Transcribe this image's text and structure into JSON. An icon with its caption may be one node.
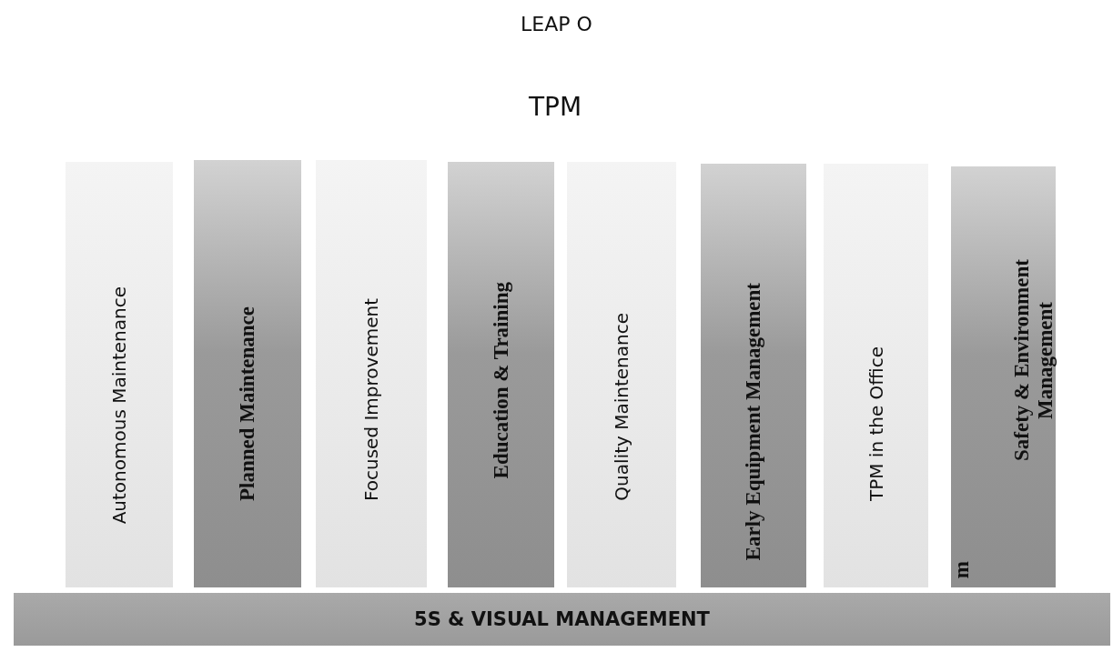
{
  "diagram": {
    "title": "LEAP O",
    "nodes": [
      {
        "text": [
          "TPM"
        ]
      },
      {
        "text": [
          "Autonomous Maintenance"
        ]
      },
      {
        "text": [
          "Planned Maintenance"
        ]
      },
      {
        "text": [
          "Focused Improvement"
        ]
      },
      {
        "text": [
          "Education & Training"
        ]
      },
      {
        "text": [
          "Quality Maintenance"
        ]
      },
      {
        "text": [
          "Early Equipment Management"
        ]
      },
      {
        "text": [
          "TPM in the Office"
        ]
      },
      {
        "text": [
          "Safety & Environment Management",
          "m"
        ]
      },
      {
        "text": [
          "5S & VISUAL MANAGEMENT"
        ]
      }
    ],
    "edges": []
  }
}
